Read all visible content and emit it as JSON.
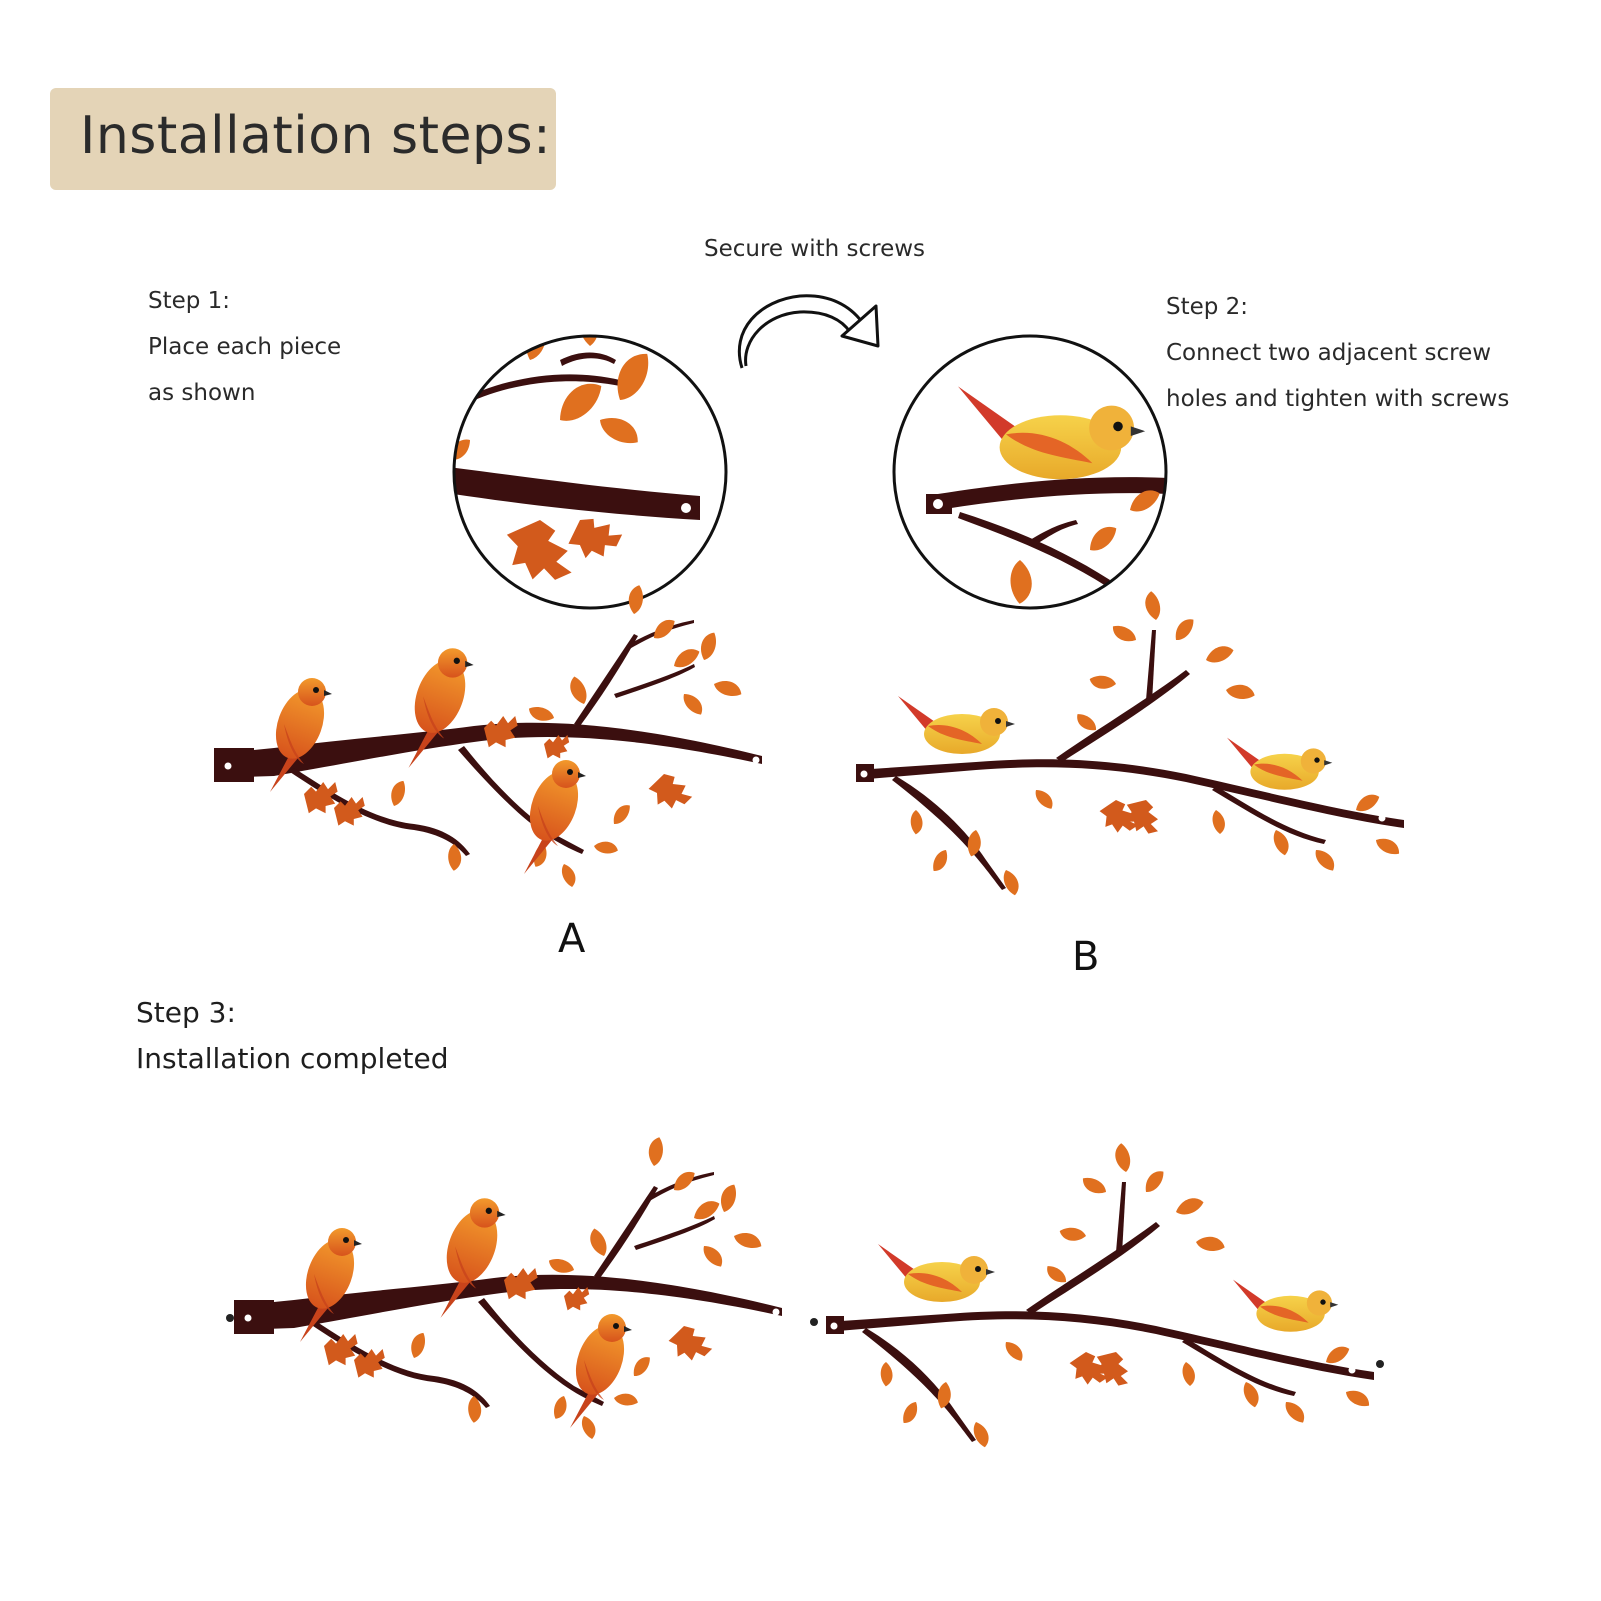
{
  "title": "Installation steps:",
  "arrow_caption": "Secure with screws",
  "step1": {
    "heading": "Step 1:",
    "line1": "Place each piece",
    "line2": "as shown"
  },
  "step2": {
    "heading": "Step 2:",
    "line1": "Connect two adjacent screw",
    "line2": "holes and tighten with screws"
  },
  "step3": {
    "heading": "Step 3:",
    "line1": "Installation completed"
  },
  "pieces": {
    "a": "A",
    "b": "B"
  },
  "colors": {
    "title_bg": "#e4d4b7",
    "branch": "#3b0f0f",
    "leaf_orange": "#e0701f",
    "leaf_light": "#ee8a3a",
    "bird_orange": "#e8761e",
    "bird_yellow": "#f2c23a",
    "bird_red": "#c9352a"
  },
  "icons": [
    "curved-arrow-icon",
    "zoom-circle-icon",
    "bird-icon",
    "leaf-icon",
    "screw-hole-icon"
  ]
}
